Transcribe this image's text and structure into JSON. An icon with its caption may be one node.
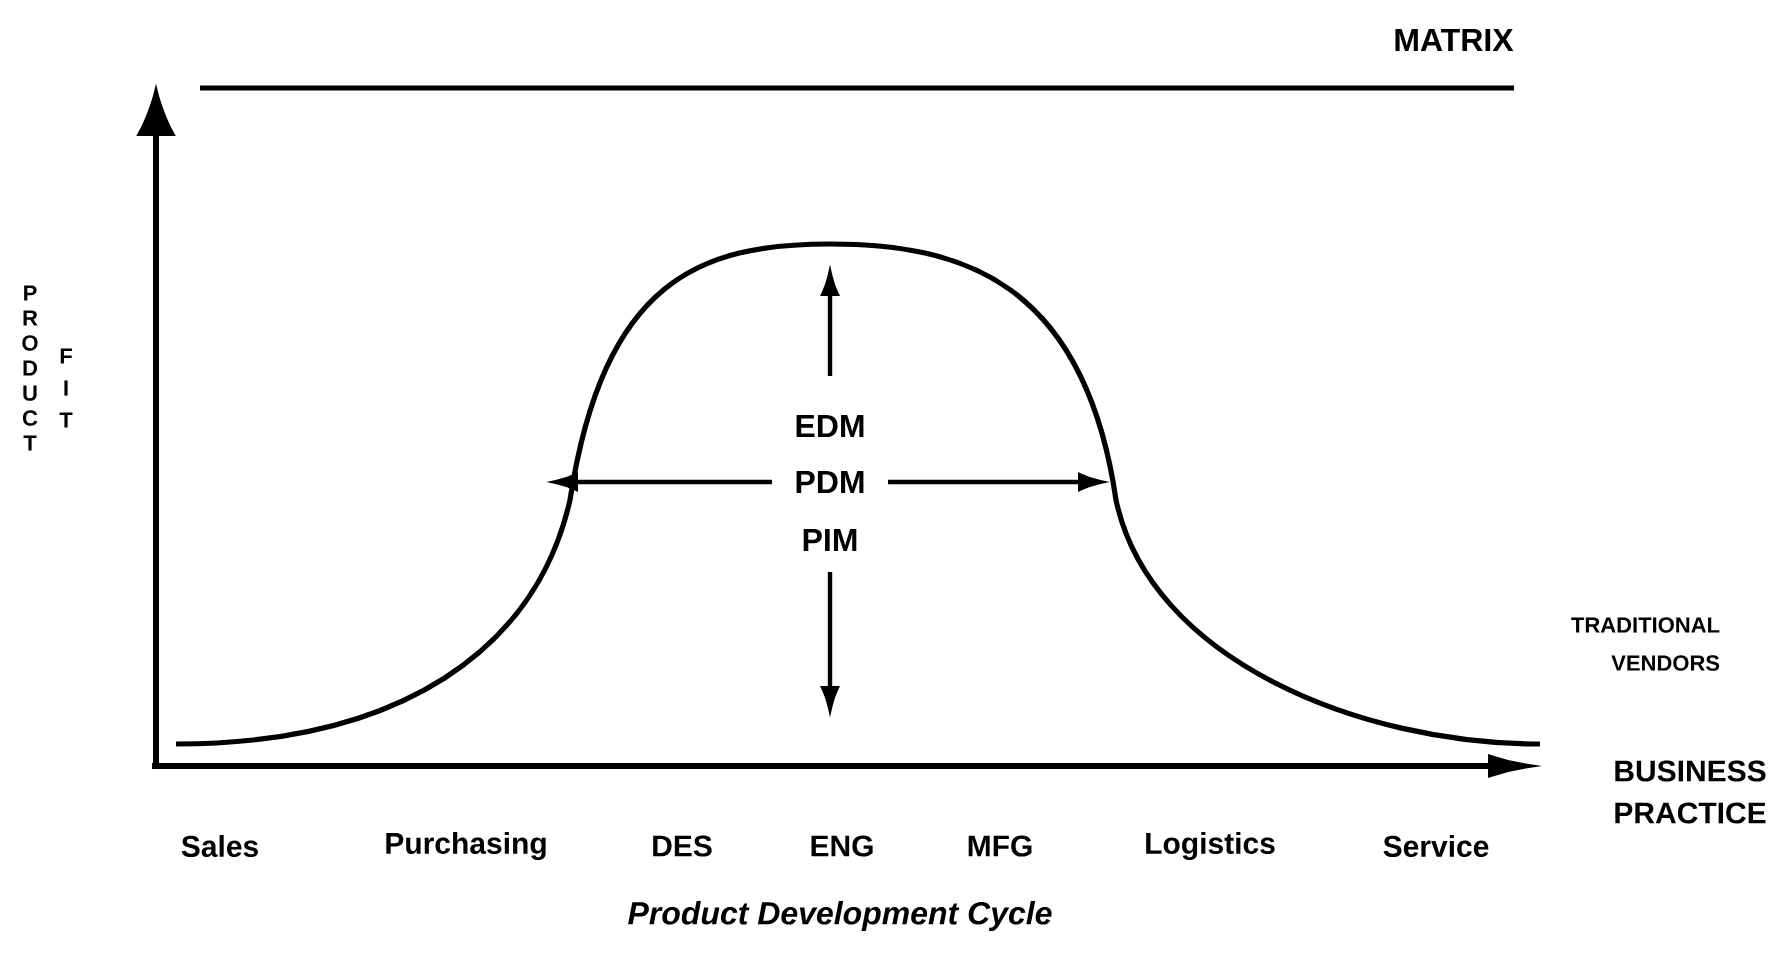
{
  "diagram": {
    "caption": "Product Development Cycle",
    "labels": [
      "MATRIX",
      "PRODUCT",
      "FIT",
      "EDM",
      "PDM",
      "PIM",
      "TRADITIONAL VENDORS",
      "BUSINESS PRACTICE",
      "Sales",
      "Purchasing",
      "DES",
      "ENG",
      "MFG",
      "Logistics",
      "Service"
    ]
  }
}
